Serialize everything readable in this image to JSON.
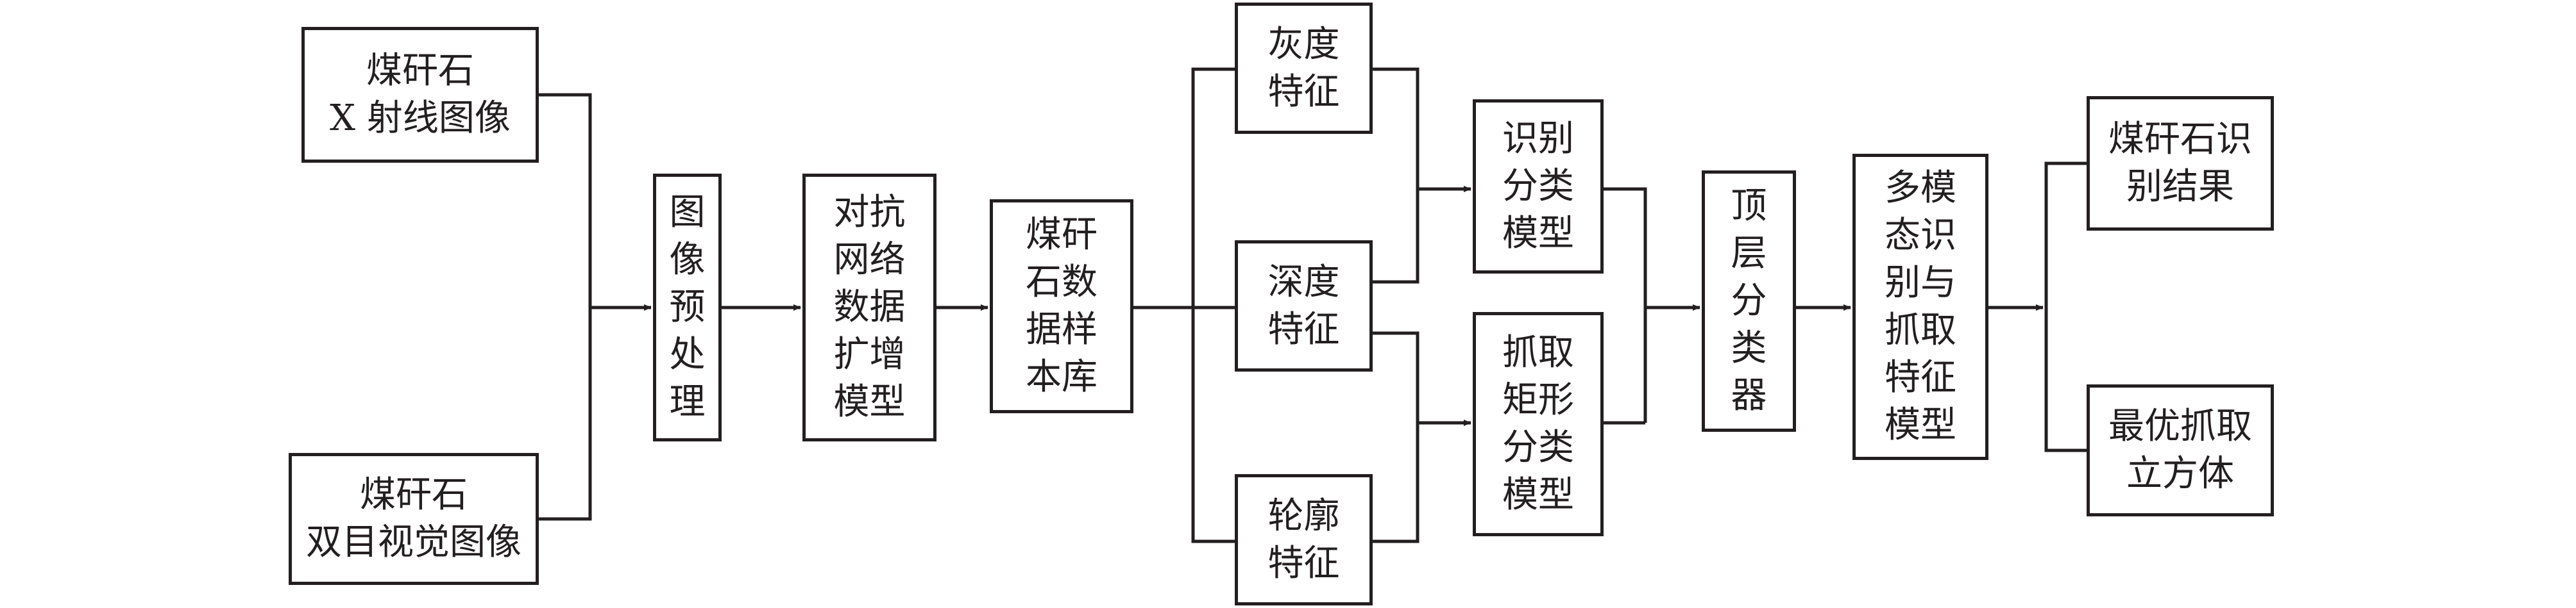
{
  "nodes": {
    "xray": "煤矸石\nX 射线图像",
    "stereo": "煤矸石\n双目视觉图像",
    "preprocess": "图\n像\n预\n处\n理",
    "gan": "对抗\n网络\n数据\n扩增\n模型",
    "sample_lib": "煤矸\n石数\n据样\n本库",
    "gray": "灰度\n特征",
    "depth": "深度\n特征",
    "contour": "轮廓\n特征",
    "recognition": "识别\n分类\n模型",
    "grasp_rect": "抓取\n矩形\n分类\n模型",
    "top_classifier": "顶\n层\n分\n类\n器",
    "multimodal": "多模\n态识\n别与\n抓取\n特征\n模型",
    "result": "煤矸石识\n别结果",
    "cuboid": "最优抓取\n立方体"
  }
}
